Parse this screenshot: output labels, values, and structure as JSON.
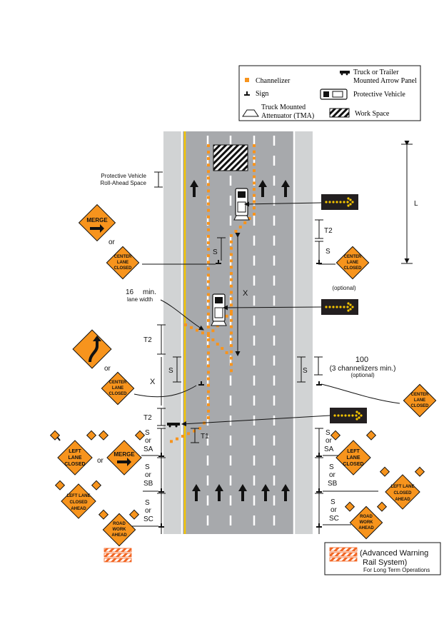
{
  "legend": {
    "channelizer": "Channelizer",
    "sign": "Sign",
    "tma_line1": "Truck Mounted",
    "tma_line2": "Attenuator (TMA)",
    "arrow_panel_line1": "Truck or Trailer",
    "arrow_panel_line2": "Mounted Arrow Panel",
    "protective_vehicle": "Protective Vehicle",
    "work_space": "Work Space"
  },
  "labels": {
    "rollahead_line1": "Protective Vehicle",
    "rollahead_line2": "Roll-Ahead Space",
    "L": "L",
    "T2": "T2",
    "S": "S",
    "X": "X",
    "T1": "T1",
    "or": "or",
    "optional": "(optional)",
    "min16_a": "16",
    "min16_b": "min.",
    "lane_width": "lane width",
    "hundred": "100",
    "three_channelizers": "(3 channelizers min.)",
    "SA": "SA",
    "SB": "SB",
    "SC": "SC"
  },
  "signs": {
    "merge": "MERGE",
    "center_lane_closed": [
      "CENTER",
      "LANE",
      "CLOSED"
    ],
    "left_lane_closed": [
      "LEFT",
      "LANE",
      "CLOSED"
    ],
    "left_lane_closed_ahead": [
      "LEFT LANE",
      "CLOSED",
      "AHEAD"
    ],
    "road_work_ahead": [
      "ROAD",
      "WORK",
      "AHEAD"
    ]
  },
  "rail_legend": {
    "line1": "(Advanced Warning",
    "line2": "Rail System)",
    "line3": "For Long Term Operations"
  },
  "colors": {
    "road": "#a7a9ac",
    "shoulder": "#d1d3d4",
    "sign_orange": "#f7941d",
    "channelizer": "#f7941d",
    "yellow_line": "#f5c400",
    "arrow_board_bg": "#231f20",
    "arrow_board_lights": "#f5c400"
  }
}
